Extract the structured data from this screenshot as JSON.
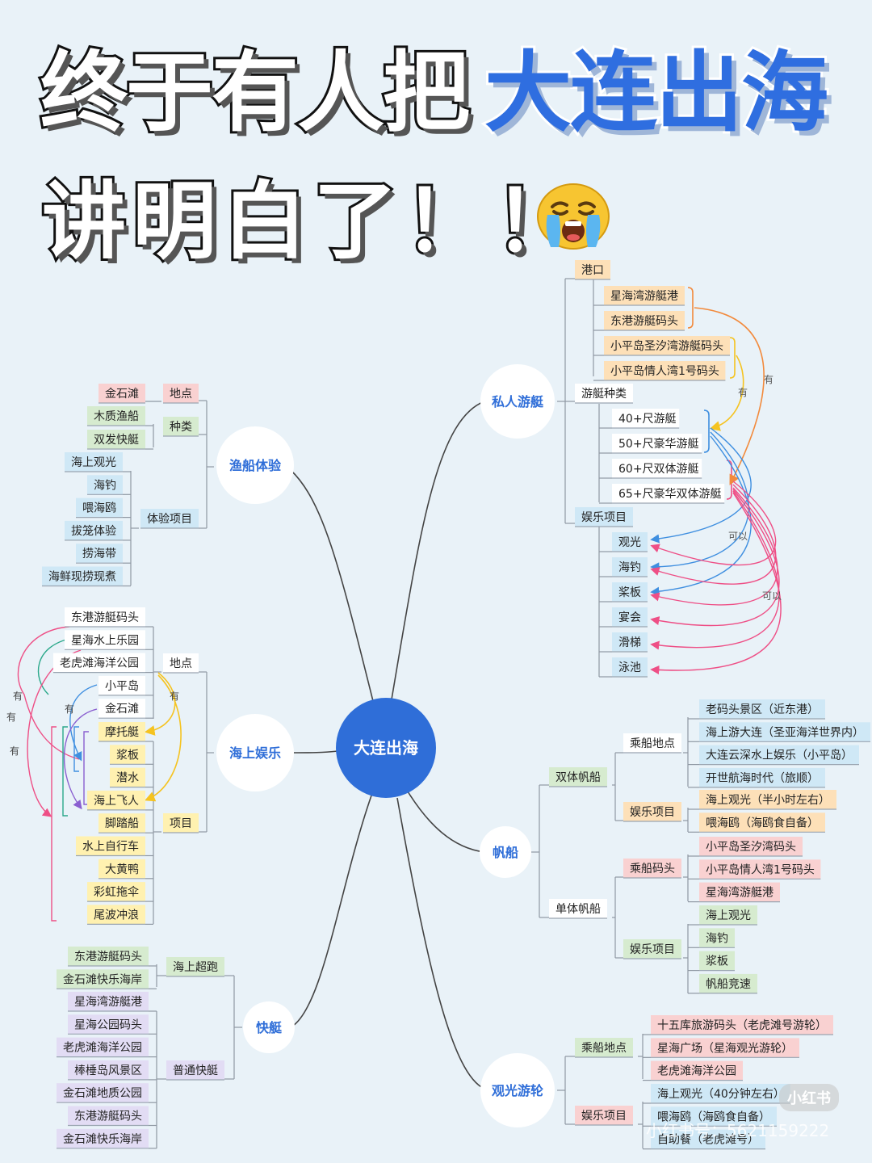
{
  "title": {
    "line1_black": "终于有人把",
    "line1_blue": "大连出海",
    "line2": "讲明白了！！",
    "emoji": "loudly-crying-face"
  },
  "colors": {
    "center": "#2f6ed8",
    "branch_text": "#2f6ed8",
    "pink": "#f9d1d1",
    "orange": "#fde0b8",
    "yellow": "#fff1b0",
    "green": "#d6ebcf",
    "blue": "#cfe8f6",
    "purple": "#e2dcf4",
    "arrow_orange": "#f28a3c",
    "arrow_yellow": "#f5c320",
    "arrow_blue": "#3f8fe0",
    "arrow_pink": "#ee4f86",
    "arrow_teal": "#2aa88a",
    "arrow_purple": "#8a5fd0"
  },
  "center": "大连出海",
  "branches": {
    "yacht": "私人游艇",
    "fishing": "渔船体验",
    "sea_fun": "海上娱乐",
    "sail": "帆船",
    "speed": "快艇",
    "cruise": "观光游轮"
  },
  "yacht": {
    "port_label": "港口",
    "ports": [
      "星海湾游艇港",
      "东港游艇码头",
      "小平岛圣汐湾游艇码头",
      "小平岛情人湾1号码头"
    ],
    "type_label": "游艇种类",
    "types": [
      "40+尺游艇",
      "50+尺豪华游艇",
      "60+尺双体游艇",
      "65+尺豪华双体游艇"
    ],
    "fun_label": "娱乐项目",
    "fun": [
      "观光",
      "海钓",
      "桨板",
      "宴会",
      "滑梯",
      "泳池"
    ],
    "arrow_labels": [
      "有",
      "有",
      "可以",
      "可以"
    ]
  },
  "fishing": {
    "place_label": "地点",
    "place": "金石滩",
    "kind_label": "种类",
    "kinds": [
      "木质渔船",
      "双发快艇"
    ],
    "item_label": "体验项目",
    "items": [
      "海上观光",
      "海钓",
      "喂海鸥",
      "拔笼体验",
      "捞海带",
      "海鲜现捞现煮"
    ]
  },
  "sea_fun": {
    "place_label": "地点",
    "places": [
      "东港游艇码头",
      "星海水上乐园",
      "老虎滩海洋公园",
      "小平岛",
      "金石滩"
    ],
    "item_label": "项目",
    "items": [
      "摩托艇",
      "浆板",
      "潜水",
      "海上飞人",
      "脚踏船",
      "水上自行车",
      "大黄鸭",
      "彩虹拖伞",
      "尾波冲浪"
    ],
    "arrow_labels": [
      "有",
      "有",
      "有",
      "有",
      "有"
    ]
  },
  "sail": {
    "cat_label": "双体帆船",
    "cat_board_label": "乘船地点",
    "cat_board": [
      "老码头景区（近东港）",
      "海上游大连（圣亚海洋世界内）",
      "大连云深水上娱乐（小平岛）",
      "开世航海时代（旅顺）"
    ],
    "cat_fun_label": "娱乐项目",
    "cat_fun": [
      "海上观光（半小时左右）",
      "喂海鸥（海鸥食自备）"
    ],
    "mono_label": "单体帆船",
    "mono_board_label": "乘船码头",
    "mono_board": [
      "小平岛圣汐湾码头",
      "小平岛情人湾1号码头",
      "星海湾游艇港"
    ],
    "mono_fun_label": "娱乐项目",
    "mono_fun": [
      "海上观光",
      "海钓",
      "浆板",
      "帆船竞速"
    ]
  },
  "speed": {
    "race_label": "海上超跑",
    "race": [
      "东港游艇码头",
      "金石滩快乐海岸"
    ],
    "normal_label": "普通快艇",
    "normal": [
      "星海湾游艇港",
      "星海公园码头",
      "老虎滩海洋公园",
      "棒棰岛风景区",
      "金石滩地质公园",
      "东港游艇码头",
      "金石滩快乐海岸"
    ]
  },
  "cruise": {
    "board_label": "乘船地点",
    "board": [
      "十五库旅游码头（老虎滩号游轮）",
      "星海广场（星海观光游轮）",
      "老虎滩海洋公园"
    ],
    "fun_label": "娱乐项目",
    "fun": [
      "海上观光（40分钟左右）",
      "喂海鸥（海鸥食自备）",
      "自助餐（老虎滩号）"
    ]
  },
  "watermark": {
    "logo": "小红书",
    "text": "小红书号：5621159222"
  }
}
